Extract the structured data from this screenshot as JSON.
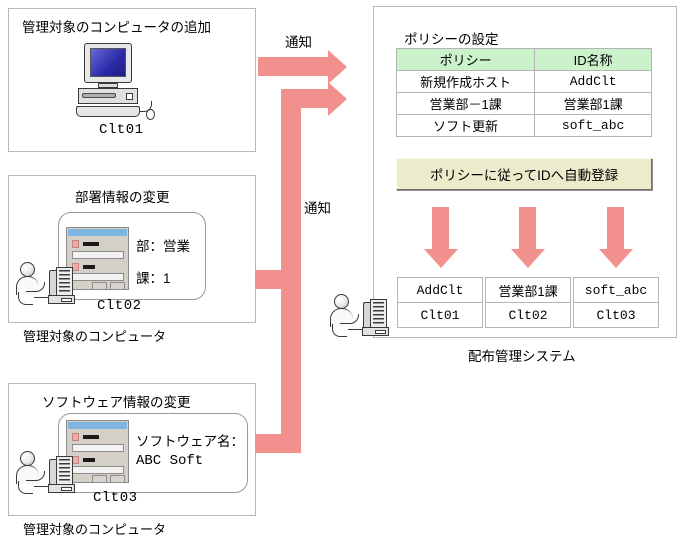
{
  "left_panels": [
    {
      "title": "管理対象のコンピュータの追加",
      "device_label": "Clt01",
      "icon": "desktop-computer-icon",
      "caption": ""
    },
    {
      "title": "部署情報の変更",
      "device_label": "Clt02",
      "icon": "person-at-computer-icon",
      "caption": "管理対象のコンピュータ",
      "dialog_lines": [
        "部：営業",
        "課：1"
      ]
    },
    {
      "title": "ソフトウェア情報の変更",
      "device_label": "Clt03",
      "icon": "person-at-computer-icon",
      "caption": "管理対象のコンピュータ",
      "dialog_lines": [
        "ソフトウェア名：",
        "ABC Soft"
      ]
    }
  ],
  "arrows": {
    "notify_top_label": "通知",
    "notify_trunk_label": "通知",
    "color": "#f2908e"
  },
  "right_panel": {
    "title": "ポリシーの設定",
    "caption": "配布管理システム",
    "policy_table": {
      "headers": [
        "ポリシー",
        "ID名称"
      ],
      "rows": [
        [
          "新規作成ホスト",
          "AddClt"
        ],
        [
          "営業部－1課",
          "営業部1課"
        ],
        [
          "ソフト更新",
          "soft_abc"
        ]
      ],
      "header_bg": "#ccf2cc"
    },
    "action_box": {
      "label": "ポリシーに従ってIDへ自動登録",
      "bg": "#ecebcb"
    },
    "result_boxes": [
      {
        "id_name": "AddClt",
        "client": "Clt01"
      },
      {
        "id_name": "営業部1課",
        "client": "Clt02"
      },
      {
        "id_name": "soft_abc",
        "client": "Clt03"
      }
    ],
    "system_icon": "person-at-computer-icon"
  }
}
